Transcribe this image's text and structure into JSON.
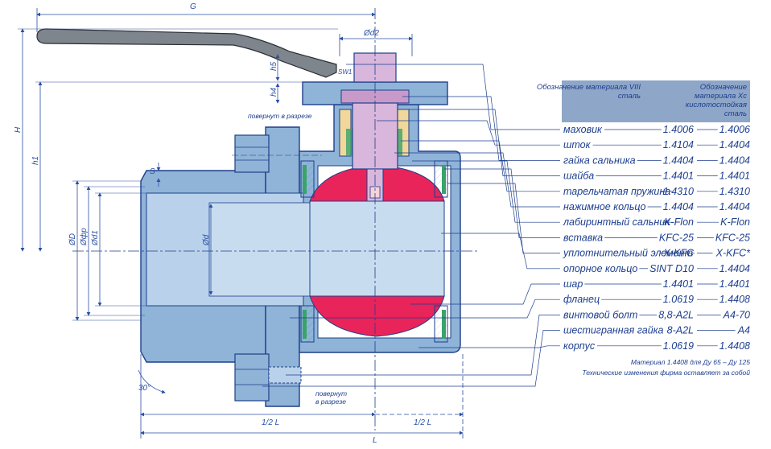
{
  "dims": {
    "G": "G",
    "d2": "Ød2",
    "SW1": "SW1",
    "h5": "h5",
    "h4": "h4",
    "H": "H",
    "h1": "h1",
    "S": "S",
    "D": "ØD",
    "dp": "Øфр",
    "d1": "Ød1",
    "d": "Ød",
    "angle": "30°",
    "halfL": "1/2 L",
    "L": "L"
  },
  "notes": {
    "rotated_top": "повернут в разрезе",
    "rotated_bottom_1": "повернут",
    "rotated_bottom_2": "в разрезе",
    "material_range": "Материал 1.4408 для Ду 65 – Ду 125",
    "technical_changes": "Технические изменения фирма оставляет за собой"
  },
  "header": {
    "col1": [
      "Обозначение материала VIII",
      "сталь"
    ],
    "col2": [
      "Обозначение",
      "материала Хс",
      "кислотостойкая",
      "сталь"
    ]
  },
  "parts": [
    {
      "name": "маховик",
      "m1": "1.4006",
      "m2": "1.4006"
    },
    {
      "name": "шток",
      "m1": "1.4104",
      "m2": "1.4404"
    },
    {
      "name": "гайка сальника",
      "m1": "1.4404",
      "m2": "1.4404"
    },
    {
      "name": "шайба",
      "m1": "1.4401",
      "m2": "1.4401"
    },
    {
      "name": "тарельчатая пружина",
      "m1": "1.4310",
      "m2": "1.4310"
    },
    {
      "name": "нажимное кольцо",
      "m1": "1.4404",
      "m2": "1.4404"
    },
    {
      "name": "лабиринтный сальник",
      "m1": "K-Flon",
      "m2": "K-Flon"
    },
    {
      "name": "вставка",
      "m1": "KFC-25",
      "m2": "KFC-25"
    },
    {
      "name": "уплотнительный элемент",
      "m1": "X-KFC",
      "m2": "X-KFC*"
    },
    {
      "name": "опорное кольцо",
      "m1": "SINT D10",
      "m2": "1.4404"
    },
    {
      "name": "шар",
      "m1": "1.4401",
      "m2": "1.4401"
    },
    {
      "name": "фланец",
      "m1": "1.0619",
      "m2": "1.4408"
    },
    {
      "name": "винтовой болт",
      "m1": "8,8-A2L",
      "m2": "A4-70"
    },
    {
      "name": "шестигранная гайка",
      "m1": "8-A2L",
      "m2": "A4"
    },
    {
      "name": "корпус",
      "m1": "1.0619",
      "m2": "1.4408"
    }
  ],
  "colors": {
    "body_blue": "#8fb4d8",
    "outline": "#1e3f8a",
    "ball_red": "#e8245a",
    "stem_pink": "#d9b6dc",
    "header_fill": "#8ea6c8",
    "seal_green": "#3aa36a",
    "packing_yellow": "#f1d79a"
  }
}
